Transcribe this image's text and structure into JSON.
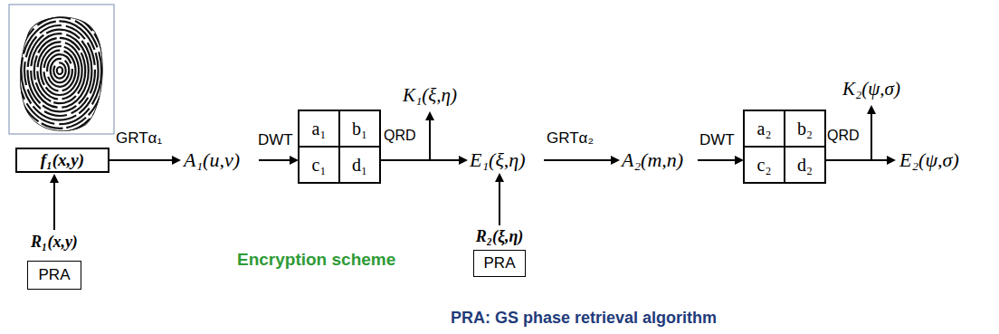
{
  "diagram": {
    "nodes": [
      {
        "text": [
          "f₁(x,y)"
        ]
      },
      {
        "text": [
          "PRA"
        ]
      },
      {
        "text": [
          "a₁"
        ]
      },
      {
        "text": [
          "b₁"
        ]
      },
      {
        "text": [
          "c₁"
        ]
      },
      {
        "text": [
          "d₁"
        ]
      },
      {
        "text": [
          "PRA"
        ]
      },
      {
        "text": [
          "a₂"
        ]
      },
      {
        "text": [
          "b₂"
        ]
      },
      {
        "text": [
          "c₂"
        ]
      },
      {
        "text": [
          "d₂"
        ]
      }
    ],
    "labels": [
      "GRTα₁",
      "A₁(u,v)",
      "DWT",
      "QRD",
      "K₁(ξ,η)",
      "E₁(ξ,η)",
      "R₂(ξ,η)",
      "GRTα₂",
      "A₂(m,n)",
      "DWT",
      "QRD",
      "K₂(ψ,σ)",
      "E₂(ψ,σ)",
      "R₁(x,y)",
      "Encryption scheme",
      "PRA: GS phase retrieval algorithm"
    ]
  }
}
